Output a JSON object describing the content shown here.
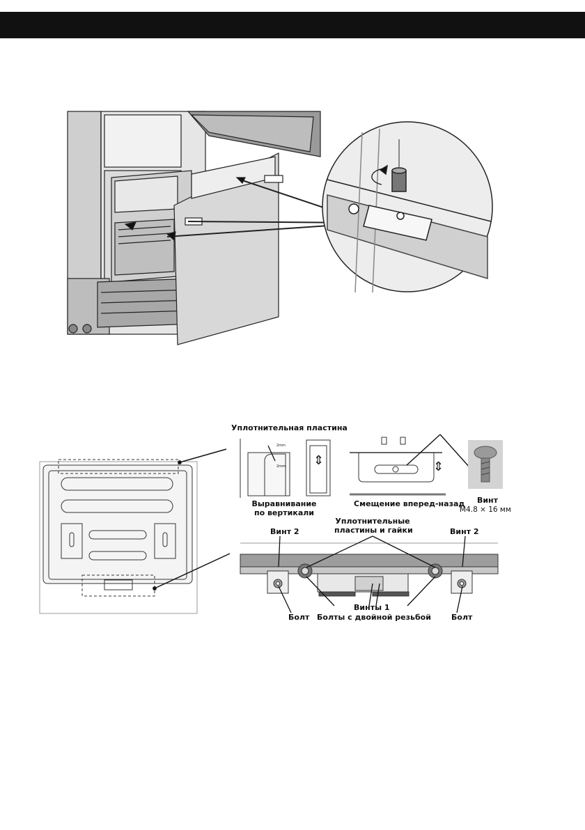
{
  "labels": {
    "sealing_plate": "Уплотнительная пластина",
    "vertical_align_1": "Выравнивание",
    "vertical_align_2": "по вертикали",
    "front_back_shift": "Смещение вперед-назад",
    "screw_title": "Винт",
    "screw_size": "M4.8 × 16 мм",
    "sealing_plates_nuts_1": "Уплотнительные",
    "sealing_plates_nuts_2": "пластины и гайки",
    "screw2_left": "Винт  2",
    "screw2_right": "Винт  2",
    "screws1": "Винты 1",
    "double_thread_bolts": "Болты с двойной резьбой",
    "bolt_left": "Болт",
    "bolt_right": "Болт",
    "dim_top": "2mm",
    "dim_bottom": "2mm"
  },
  "colors": {
    "header": "#111111",
    "line": "#222222",
    "panel": "#d8d8d8"
  },
  "icons": {
    "updown_arrow": "⇕"
  }
}
